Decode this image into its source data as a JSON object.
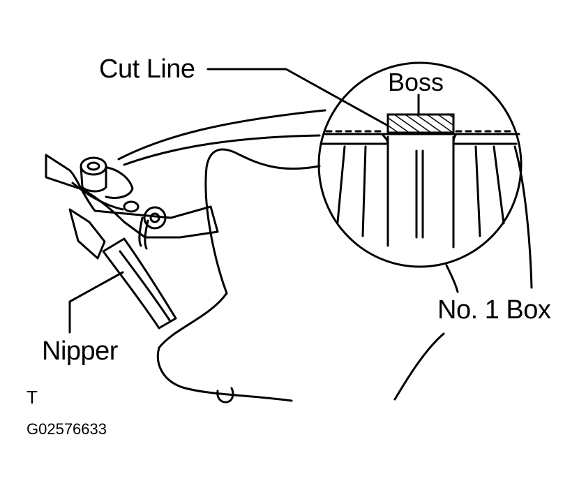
{
  "labels": {
    "cut_line": "Cut Line",
    "boss": "Boss",
    "nipper": "Nipper",
    "box": "No. 1 Box",
    "corner_mark": "T",
    "figure_code": "G02576633"
  },
  "colors": {
    "ink": "#000000",
    "paper": "#ffffff"
  }
}
